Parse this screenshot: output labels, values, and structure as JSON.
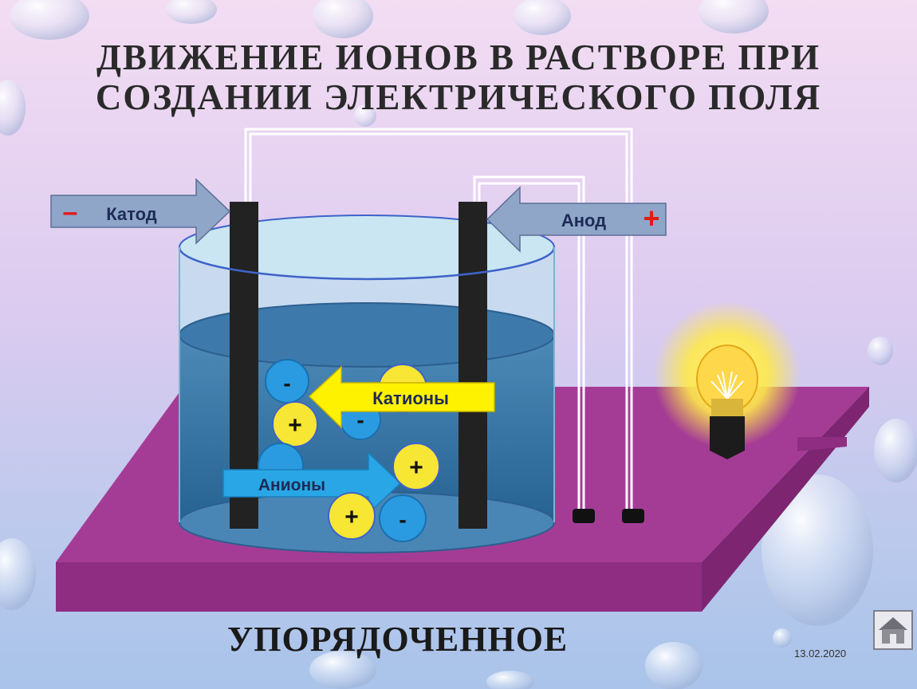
{
  "title": {
    "line1": "ДВИЖЕНИЕ  ИОНОВ  В РАСТВОРЕ ПРИ",
    "line2": "СОЗДАНИИ  ЭЛЕКТРИЧЕСКОГО  ПОЛЯ"
  },
  "cathode": {
    "sign": "–",
    "label": "Катод"
  },
  "anode": {
    "sign": "+",
    "label": "Анод"
  },
  "cations_label": "Катионы",
  "anions_label": "Анионы",
  "ions": {
    "minus": "-",
    "plus": "+"
  },
  "bottom_word": "УПОРЯДОЧЕННОЕ",
  "date": "13.02.2020",
  "icons": {
    "home": "home-icon",
    "bulb": "lightbulb-icon"
  },
  "colors": {
    "platform": "#a0388f",
    "electrode": "#222222",
    "water": "#2f6fa0",
    "cation": "#f7e633",
    "anion": "#2a9be0",
    "arrow_gray": "#8fa6c9",
    "arrow_yellow": "#fff200",
    "arrow_blue": "#29a6e6",
    "sign_red": "#e31a1a"
  }
}
